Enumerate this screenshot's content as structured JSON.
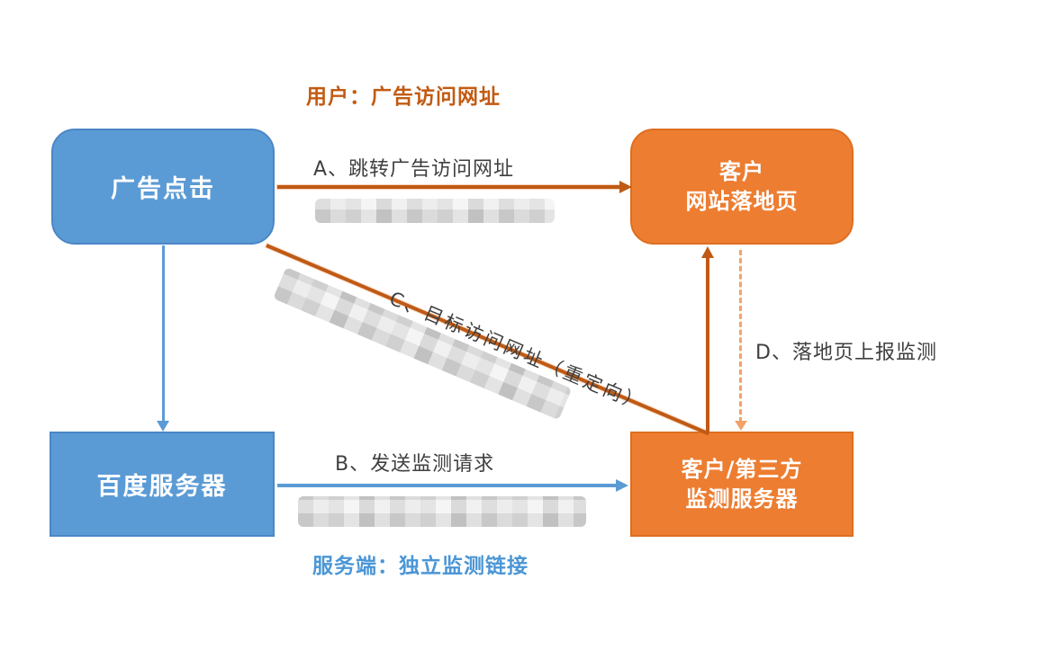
{
  "diagram": {
    "title_top": "用户：广告访问网址",
    "title_bottom": "服务端：独立监测链接",
    "nodes": {
      "ad_click": {
        "label": "广告点击"
      },
      "landing_page": {
        "line1": "客户",
        "line2": "网站落地页"
      },
      "baidu_server": {
        "label": "百度服务器"
      },
      "monitor_server": {
        "line1": "客户/第三方",
        "line2": "监测服务器"
      }
    },
    "edges": {
      "a": {
        "label": "A、跳转广告访问网址",
        "style": "solid",
        "color": "#BF5A15",
        "direction": "ad_click → landing_page"
      },
      "b": {
        "label": "B、发送监测请求",
        "style": "solid",
        "color": "#5B9BD5",
        "direction": "baidu_server → monitor_server"
      },
      "c": {
        "label": "C、目标访问网址（重定向）",
        "style": "solid",
        "color": "#BF5A15",
        "direction": "ad_click → monitor_server → landing_page"
      },
      "d": {
        "label": "D、落地页上报监测",
        "style": "dashed",
        "color": "#F2A369",
        "direction": "landing_page → monitor_server"
      },
      "click_to_server": {
        "label": "",
        "style": "solid",
        "color": "#5B9BD5",
        "direction": "ad_click → baidu_server"
      }
    },
    "colors": {
      "node_blue": "#5B9BD5",
      "node_orange": "#ED7D31",
      "arrow_dark_orange": "#BF5A15",
      "arrow_blue": "#5B9BD5",
      "arrow_dashed_orange": "#F2A369",
      "label_gray": "#3F3F3F",
      "title_orange": "#C25A12",
      "title_blue": "#4B96D6"
    },
    "redactions": [
      "pixelated-url-under-edge-a",
      "pixelated-url-along-edge-c",
      "pixelated-url-under-edge-b"
    ]
  }
}
